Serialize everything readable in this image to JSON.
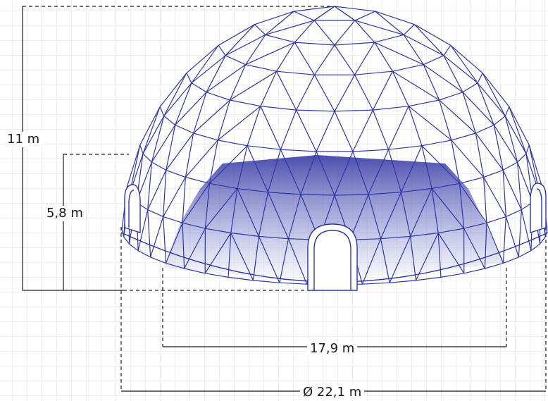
{
  "dimensions": {
    "total_height": "11 m",
    "interior_height": "5,8 m",
    "inner_span": "17,9 m",
    "diameter": "Ø 22,1 m"
  },
  "colors": {
    "frame": "#2e36a8",
    "fill_top": "#3b3ea6",
    "fill_bottom": "#eceef8",
    "dimension_line": "#1a1a1a",
    "grid": "#ececec"
  },
  "icons": {
    "dome": "geodesic-dome-icon",
    "entrance": "entrance-arch-icon"
  }
}
